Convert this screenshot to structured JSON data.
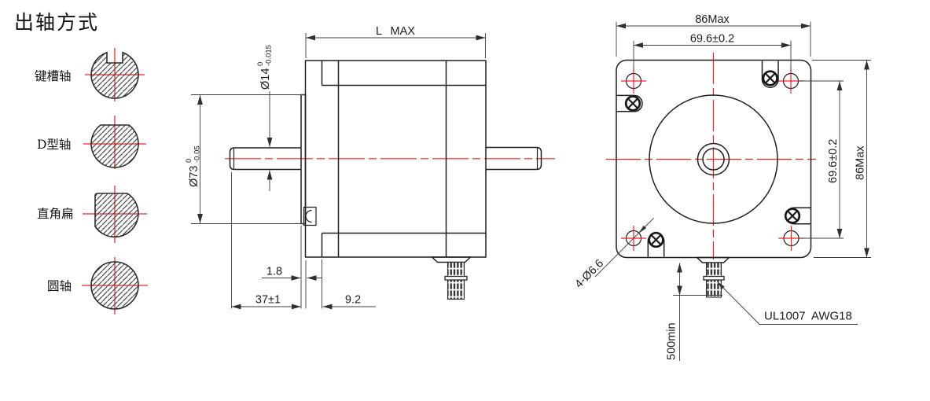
{
  "title": "出轴方式",
  "shaft_types": [
    {
      "label": "键槽轴"
    },
    {
      "label": "D型轴"
    },
    {
      "label": "直角扁"
    },
    {
      "label": "圆轴"
    }
  ],
  "side_view": {
    "length": "L MAX",
    "shaft_dia_main": "Ø14",
    "shaft_dia_tol_upper": "0",
    "shaft_dia_tol_lower": "-0.015",
    "pilot_dia_main": "Ø73",
    "pilot_dia_tol_upper": "0",
    "pilot_dia_tol_lower": "-0.05",
    "boss_depth": "1.8",
    "shaft_length": "37±1",
    "flange_thickness": "9.2"
  },
  "front_view": {
    "width_max": "86Max",
    "hole_spacing_top": "69.6±0.2",
    "hole_spacing_right": "69.6±0.2",
    "height_max": "86Max",
    "mounting_holes": "4-Ø6.6",
    "lead_min_length": "500min",
    "wire_spec": "UL1007 AWG18"
  },
  "colors": {
    "outline": "#1f1f1f",
    "centerline": "#f32020",
    "dimension": "#3c3c3c"
  }
}
